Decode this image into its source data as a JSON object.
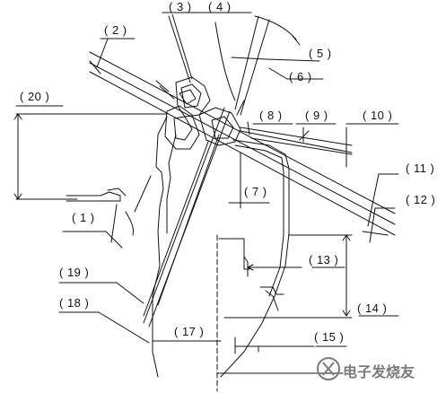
{
  "callouts": [
    {
      "id": "1",
      "text": "( 1 )"
    },
    {
      "id": "2",
      "text": "( 2 )"
    },
    {
      "id": "3",
      "text": "( 3 )"
    },
    {
      "id": "4",
      "text": "( 4 )"
    },
    {
      "id": "5",
      "text": "( 5 )"
    },
    {
      "id": "6",
      "text": "( 6 )"
    },
    {
      "id": "7",
      "text": "( 7 )"
    },
    {
      "id": "8",
      "text": "( 8 )"
    },
    {
      "id": "9",
      "text": "( 9 )"
    },
    {
      "id": "10",
      "text": "( 10 )"
    },
    {
      "id": "11",
      "text": "( 11 )"
    },
    {
      "id": "12",
      "text": "( 12 )"
    },
    {
      "id": "13",
      "text": "( 13 )"
    },
    {
      "id": "14",
      "text": "( 14 )"
    },
    {
      "id": "15",
      "text": "( 15 )"
    },
    {
      "id": "17",
      "text": "( 17 )"
    },
    {
      "id": "18",
      "text": "( 18 )"
    },
    {
      "id": "19",
      "text": "( 19 )"
    },
    {
      "id": "20",
      "text": "( 20 )"
    }
  ],
  "watermark": {
    "text": "电子发烧友",
    "icon": "elecfans-logo-icon",
    "color": "#7a7a7a"
  },
  "colors": {
    "line": "#111111",
    "background": "#ffffff"
  }
}
